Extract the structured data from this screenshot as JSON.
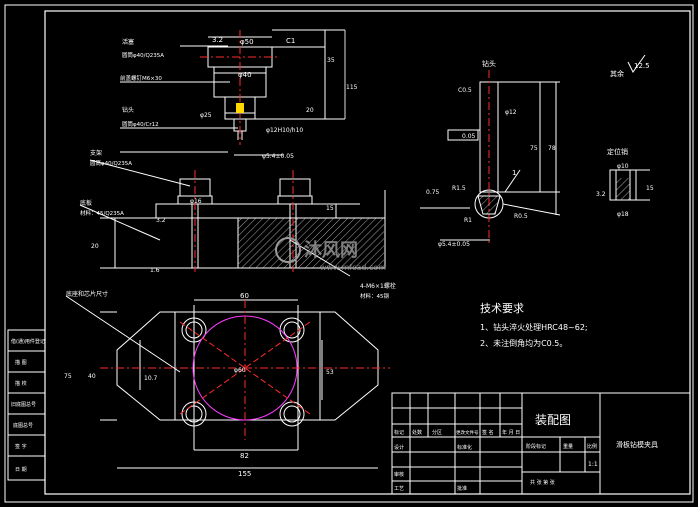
{
  "colors": {
    "outline": "#ffffff",
    "dim": "#ffffff",
    "center": "#ff2a2a",
    "cyan": "#00e6ff",
    "magenta": "#ff3cff",
    "green": "#00ff66",
    "bg": "#000000"
  },
  "top_view": {
    "callouts": [
      "活塞",
      "圆筒φ40/Q235A",
      "前盖螺钉M6×30",
      "钻头",
      "圆筒φ40/Cr12"
    ],
    "dims": [
      "φ50",
      "C1",
      "φ40",
      "35",
      "20",
      "φ25",
      "φ12H10/h10",
      "φ5.4±0.05",
      "115"
    ]
  },
  "front_view": {
    "callouts": [
      "支架",
      "圆筒φ40/Q235A",
      "底板",
      "材料：45/Q235A",
      "4-M6×1螺栓",
      "材料：45钢"
    ],
    "dims": [
      "φ16",
      "15",
      "20",
      "3.2",
      "1.6"
    ]
  },
  "plan_view": {
    "callouts": [
      "底座和芯片尺寸"
    ],
    "dims": [
      "60",
      "75",
      "40",
      "10.7",
      "φ60",
      "53",
      "82",
      "155"
    ]
  },
  "pin_view": {
    "title": "钻头",
    "dims": [
      "C0.5",
      "φ12",
      "75",
      "78",
      "0.05",
      "0.75",
      "R1.5",
      "R1",
      "R0.5",
      "φ5.4±0.05"
    ],
    "callout_num": "1"
  },
  "rest": {
    "label": "其余",
    "roughness": "12.5"
  },
  "dowel": {
    "title": "定位销",
    "dims": [
      "φ10",
      "φ18",
      "15",
      "3.2"
    ]
  },
  "tech_req": {
    "title": "技术要求",
    "items": [
      "1、钻头淬火处理HRC48~62;",
      "2、未注倒角均为C0.5。"
    ]
  },
  "side_table": [
    "借(通)用件登记",
    "描 图",
    "描 校",
    "旧底图总号",
    "底图总号",
    "签 字",
    "日 期"
  ],
  "title_block": {
    "drawing_title": "装配图",
    "part_name": "滑板钻模夹具",
    "header_cells": [
      "标记",
      "处数",
      "分区",
      "更改文件号",
      "签 名",
      "年 月 日"
    ],
    "row_labels": [
      "设计",
      "标准化",
      "审核",
      "工艺",
      "批准"
    ],
    "stage_cells": [
      "阶段标记",
      "重量",
      "比例"
    ],
    "scale": "1:1",
    "sheet": "共  张  第  张"
  },
  "watermark": {
    "brand": "沐风网",
    "url": "www.mfcad.com"
  }
}
